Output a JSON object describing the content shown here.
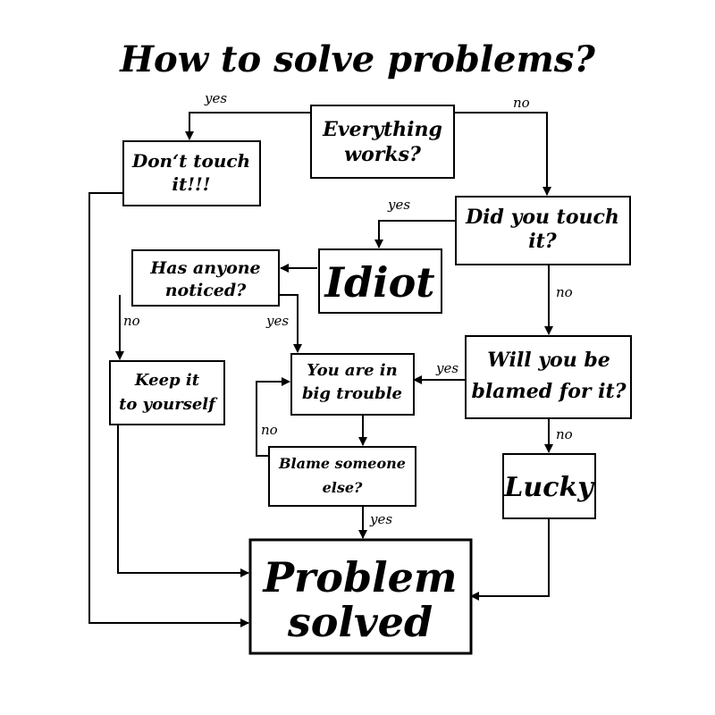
{
  "title": "How to solve problems?",
  "nodes": {
    "everything_works": [
      "Everything",
      "works?"
    ],
    "dont_touch": [
      "Don‘t touch",
      "it!!!"
    ],
    "did_you_touch": [
      "Did you touch",
      "it?"
    ],
    "idiot": [
      "Idiot"
    ],
    "has_anyone_noticed": [
      "Has anyone",
      "noticed?"
    ],
    "keep_it": [
      "Keep it",
      "to yourself"
    ],
    "big_trouble": [
      "You are in",
      "big trouble"
    ],
    "will_you_be_blamed": [
      "Will you be",
      "blamed for it?"
    ],
    "blame_someone": [
      "Blame someone",
      "else?"
    ],
    "lucky": [
      "Lucky"
    ],
    "problem_solved": [
      "Problem",
      "solved"
    ]
  },
  "edge_labels": {
    "works_yes": "yes",
    "works_no": "no",
    "touch_yes": "yes",
    "touch_no": "no",
    "noticed_no": "no",
    "noticed_yes": "yes",
    "blamed_yes": "yes",
    "blamed_no": "no",
    "blame_no": "no",
    "blame_yes": "yes"
  }
}
